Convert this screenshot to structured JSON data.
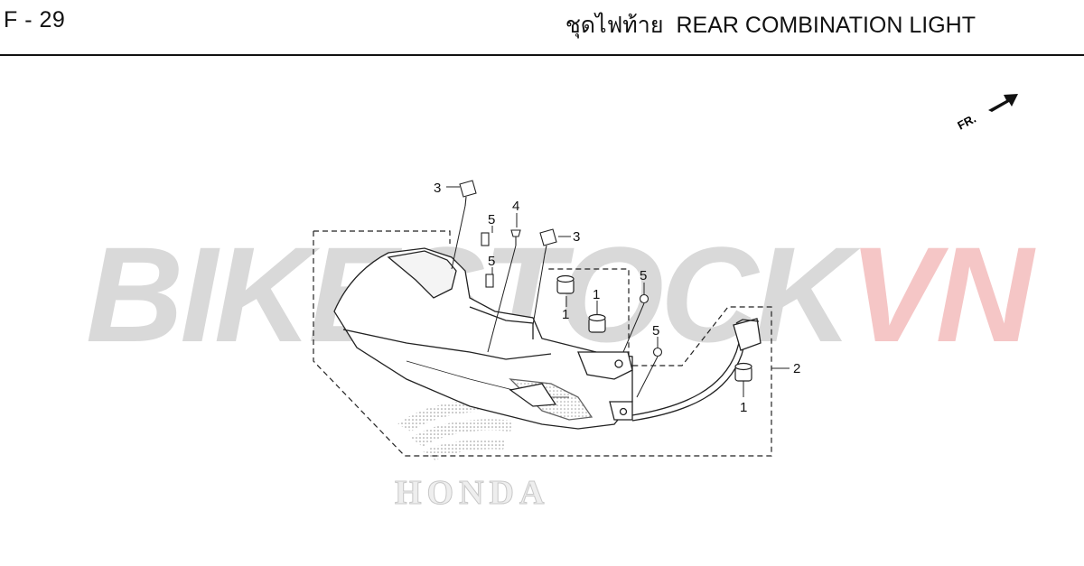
{
  "header": {
    "page_code": "F - 29",
    "title_th": "ชุดไฟท้าย",
    "title_en": "REAR COMBINATION LIGHT"
  },
  "front_indicator": {
    "label": "FR."
  },
  "watermark": {
    "part1": "BIKESTOCK",
    "part2": "VN",
    "color1": "#d9d9d9",
    "color2": "#f5c6c6"
  },
  "brand_watermark": {
    "text": "HONDA"
  },
  "callouts": [
    {
      "id": "callout-3-top",
      "label": "3"
    },
    {
      "id": "callout-5-a",
      "label": "5"
    },
    {
      "id": "callout-4",
      "label": "4"
    },
    {
      "id": "callout-3-mid",
      "label": "3"
    },
    {
      "id": "callout-5-b",
      "label": "5"
    },
    {
      "id": "callout-1-a",
      "label": "1"
    },
    {
      "id": "callout-1-b",
      "label": "1"
    },
    {
      "id": "callout-5-c",
      "label": "5"
    },
    {
      "id": "callout-5-d",
      "label": "5"
    },
    {
      "id": "callout-2",
      "label": "2"
    },
    {
      "id": "callout-1-c",
      "label": "1"
    }
  ]
}
